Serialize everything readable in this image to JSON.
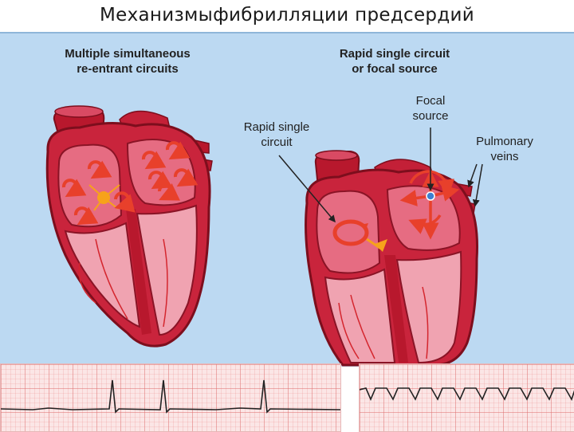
{
  "slide": {
    "title": "Механизмыфибрилляции предсердий"
  },
  "left_heart": {
    "heading_line1": "Multiple simultaneous",
    "heading_line2": "re-entrant circuits"
  },
  "right_heart": {
    "heading_line1": "Rapid single circuit",
    "heading_line2": "or focal source",
    "label_focal_line1": "Focal",
    "label_focal_line2": "source",
    "label_circuit_line1": "Rapid single",
    "label_circuit_line2": "circuit",
    "label_veins_line1": "Pulmonary",
    "label_veins_line2": "veins"
  },
  "colors": {
    "panel": "#bcd9f2",
    "heart_dark": "#b8182d",
    "heart_mid": "#d94a63",
    "heart_light": "#f0a3b1",
    "arrow": "#e8402b",
    "impulse": "#f7a21b",
    "ecg_grid": "#e9a1a1",
    "focal_dot": "#3d7fd1"
  }
}
